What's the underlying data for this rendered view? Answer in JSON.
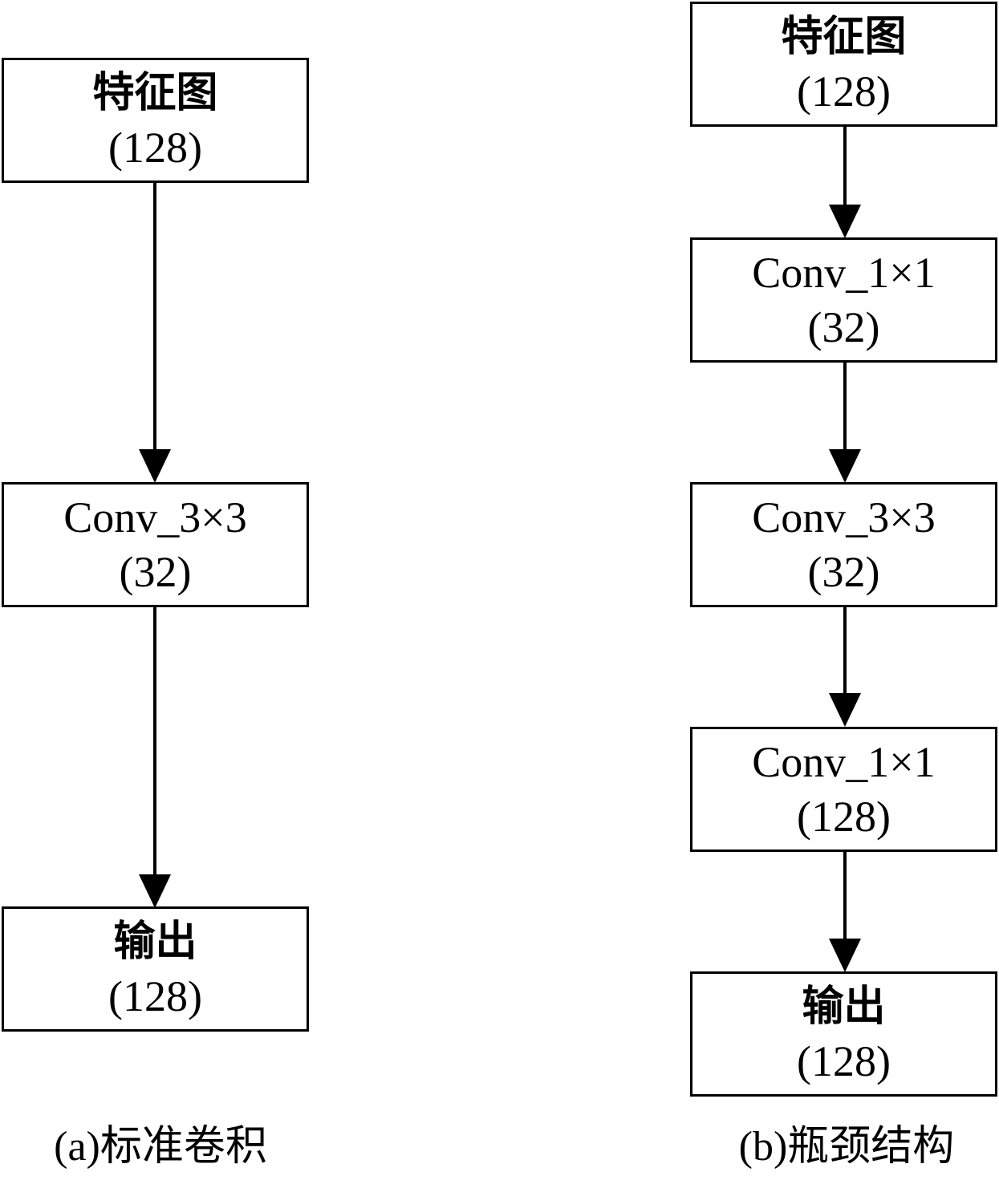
{
  "panel_a": {
    "caption": "(a)标准卷积",
    "nodes": [
      {
        "title": "特征图",
        "channels": "(128)"
      },
      {
        "title": "Conv_3×3",
        "channels": "(32)"
      },
      {
        "title": "输出",
        "channels": "(128)"
      }
    ]
  },
  "panel_b": {
    "caption": "(b)瓶颈结构",
    "nodes": [
      {
        "title": "特征图",
        "channels": "(128)"
      },
      {
        "title": "Conv_1×1",
        "channels": "(32)"
      },
      {
        "title": "Conv_3×3",
        "channels": "(32)"
      },
      {
        "title": "Conv_1×1",
        "channels": "(128)"
      },
      {
        "title": "输出",
        "channels": "(128)"
      }
    ]
  }
}
